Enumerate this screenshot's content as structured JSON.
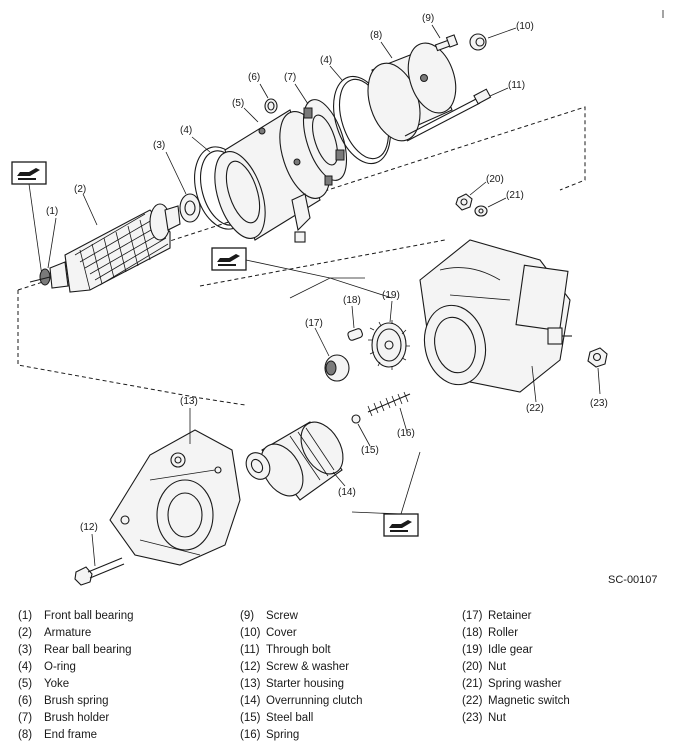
{
  "figure_code": "SC-00107",
  "callouts": [
    "(1)",
    "(2)",
    "(3)",
    "(4)",
    "(5)",
    "(6)",
    "(7)",
    "(4)",
    "(8)",
    "(9)",
    "(10)",
    "(11)",
    "(20)",
    "(21)",
    "(19)",
    "(18)",
    "(17)",
    "(22)",
    "(23)",
    "(13)",
    "(16)",
    "(15)",
    "(14)",
    "(12)"
  ],
  "legend": [
    [
      {
        "num": "(1)",
        "label": "Front ball bearing"
      },
      {
        "num": "(2)",
        "label": "Armature"
      },
      {
        "num": "(3)",
        "label": "Rear ball bearing"
      },
      {
        "num": "(4)",
        "label": "O-ring"
      },
      {
        "num": "(5)",
        "label": "Yoke"
      },
      {
        "num": "(6)",
        "label": "Brush spring"
      },
      {
        "num": "(7)",
        "label": "Brush holder"
      },
      {
        "num": "(8)",
        "label": "End frame"
      }
    ],
    [
      {
        "num": "(9)",
        "label": "Screw"
      },
      {
        "num": "(10)",
        "label": "Cover"
      },
      {
        "num": "(11)",
        "label": "Through bolt"
      },
      {
        "num": "(12)",
        "label": "Screw & washer"
      },
      {
        "num": "(13)",
        "label": "Starter housing"
      },
      {
        "num": "(14)",
        "label": "Overrunning clutch"
      },
      {
        "num": "(15)",
        "label": "Steel ball"
      },
      {
        "num": "(16)",
        "label": "Spring"
      }
    ],
    [
      {
        "num": "(17)",
        "label": "Retainer"
      },
      {
        "num": "(18)",
        "label": "Roller"
      },
      {
        "num": "(19)",
        "label": "Idle gear"
      },
      {
        "num": "(20)",
        "label": "Nut"
      },
      {
        "num": "(21)",
        "label": "Spring washer"
      },
      {
        "num": "(22)",
        "label": "Magnetic switch"
      },
      {
        "num": "(23)",
        "label": "Nut"
      }
    ]
  ]
}
